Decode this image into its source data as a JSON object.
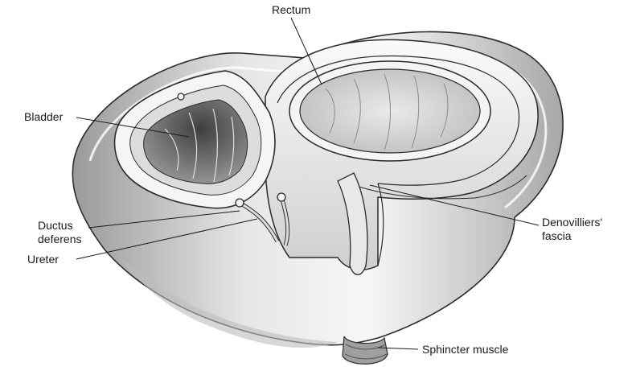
{
  "figure": {
    "labels": {
      "rectum": "Rectum",
      "bladder": "Bladder",
      "ductus_line1": "Ductus",
      "ductus_line2": "deferens",
      "ureter": "Ureter",
      "denonvilliers_line1": "Denovilliers'",
      "denonvilliers_line2": "fascia",
      "sphincter": "Sphincter muscle"
    },
    "colors": {
      "background": "#ffffff",
      "tissue_light": "#f2f2f2",
      "tissue_mid": "#c9c9c9",
      "tissue_dark": "#6f6f6f",
      "outline": "#2b2b2b",
      "leader_line": "#1a1a1a"
    }
  }
}
